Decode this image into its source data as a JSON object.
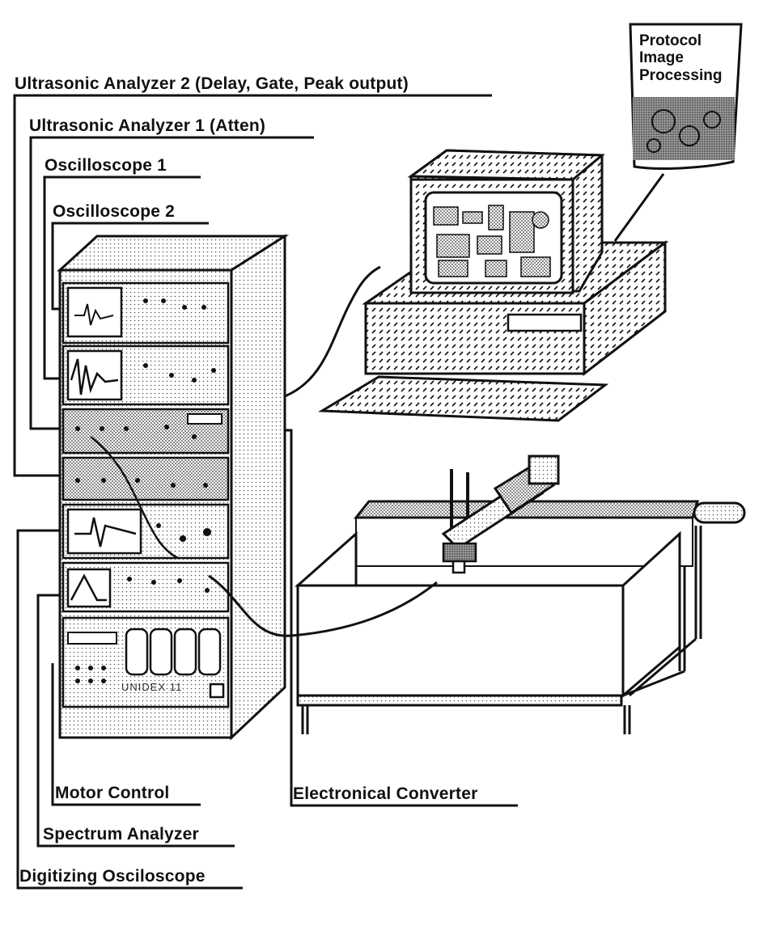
{
  "labels": {
    "ua2": "Ultrasonic Analyzer 2 (Delay, Gate, Peak output)",
    "ua1": "Ultrasonic Analyzer 1 (Atten)",
    "osc1": "Oscilloscope 1",
    "osc2": "Oscilloscope 2",
    "motor": "Motor Control",
    "electro": "Electronical Converter",
    "spectrum": "Spectrum Analyzer",
    "digit": "Digitizing Osciloscope"
  },
  "protocol": {
    "line1": "Protocol",
    "line2": "Image",
    "line3": "Processing"
  },
  "rack": {
    "brand": "UNIDEX 11"
  }
}
